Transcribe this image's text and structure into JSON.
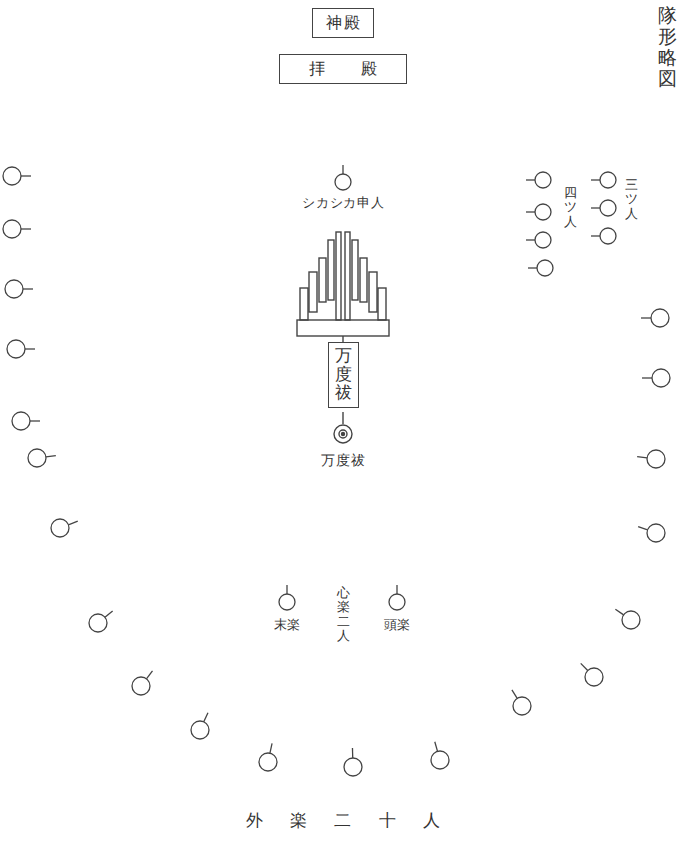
{
  "diagram": {
    "title": "隊形略図",
    "nodes": [
      {
        "text": [
          "神殿"
        ]
      },
      {
        "text": [
          "拝殿"
        ]
      },
      {
        "text": [
          "万度祓"
        ]
      }
    ],
    "labels": [
      "シカシカ申人",
      "四ツ人",
      "三ツ人",
      "万度祓",
      "末楽",
      "心楽二人",
      "頭楽",
      "外楽二十人"
    ]
  }
}
